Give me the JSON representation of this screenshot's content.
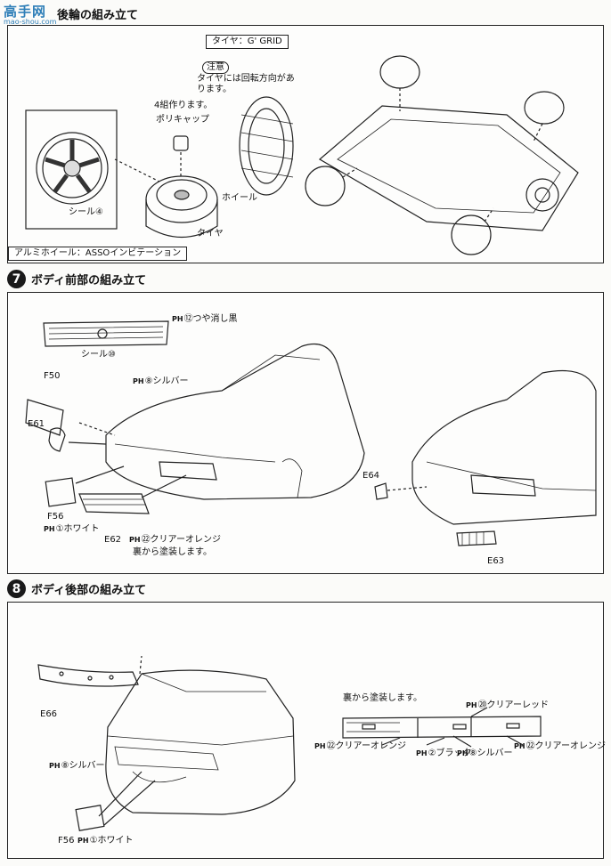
{
  "watermark": {
    "brand": "高手网",
    "url": "mao-shou.com"
  },
  "step6": {
    "title": "後輪の組み立て",
    "tire_box": "タイヤ：G' GRID",
    "caution_tag": "注意",
    "caution_text": "タイヤには回転方向があります。",
    "make_four": "4組作ります。",
    "poly_cap": "ポリキャップ",
    "wheel": "ホイール",
    "tire": "タイヤ",
    "seal": "シール④",
    "alu_wheel_box": "アルミホイール：ASSOインビテーション"
  },
  "step7": {
    "number": "7",
    "title": "ボディ前部の組み立て",
    "grille_color": "⑫つや消し黒",
    "seal10": "シール⑩",
    "f50": "F50",
    "silver8": "⑧シルバー",
    "e61": "E61",
    "f56": "F56",
    "white1": "①ホワイト",
    "e62": "E62",
    "clear_orange": "㉒クリアーオレンジ",
    "paint_back": "裏から塗装します。",
    "e64": "E64",
    "e63": "E63",
    "ph": "PH"
  },
  "step8": {
    "number": "8",
    "title": "ボディ後部の組み立て",
    "e66": "E66",
    "silver8": "⑧シルバー",
    "f56": "F56",
    "white1": "①ホワイト",
    "paint_back": "裏から塗装します。",
    "clear_red": "⑳クリアーレッド",
    "clear_orange_l": "㉒クリアーオレンジ",
    "black2": "②ブラック",
    "silver8b": "⑧シルバー",
    "clear_orange_r": "㉒クリアーオレンジ",
    "ph": "PH"
  }
}
